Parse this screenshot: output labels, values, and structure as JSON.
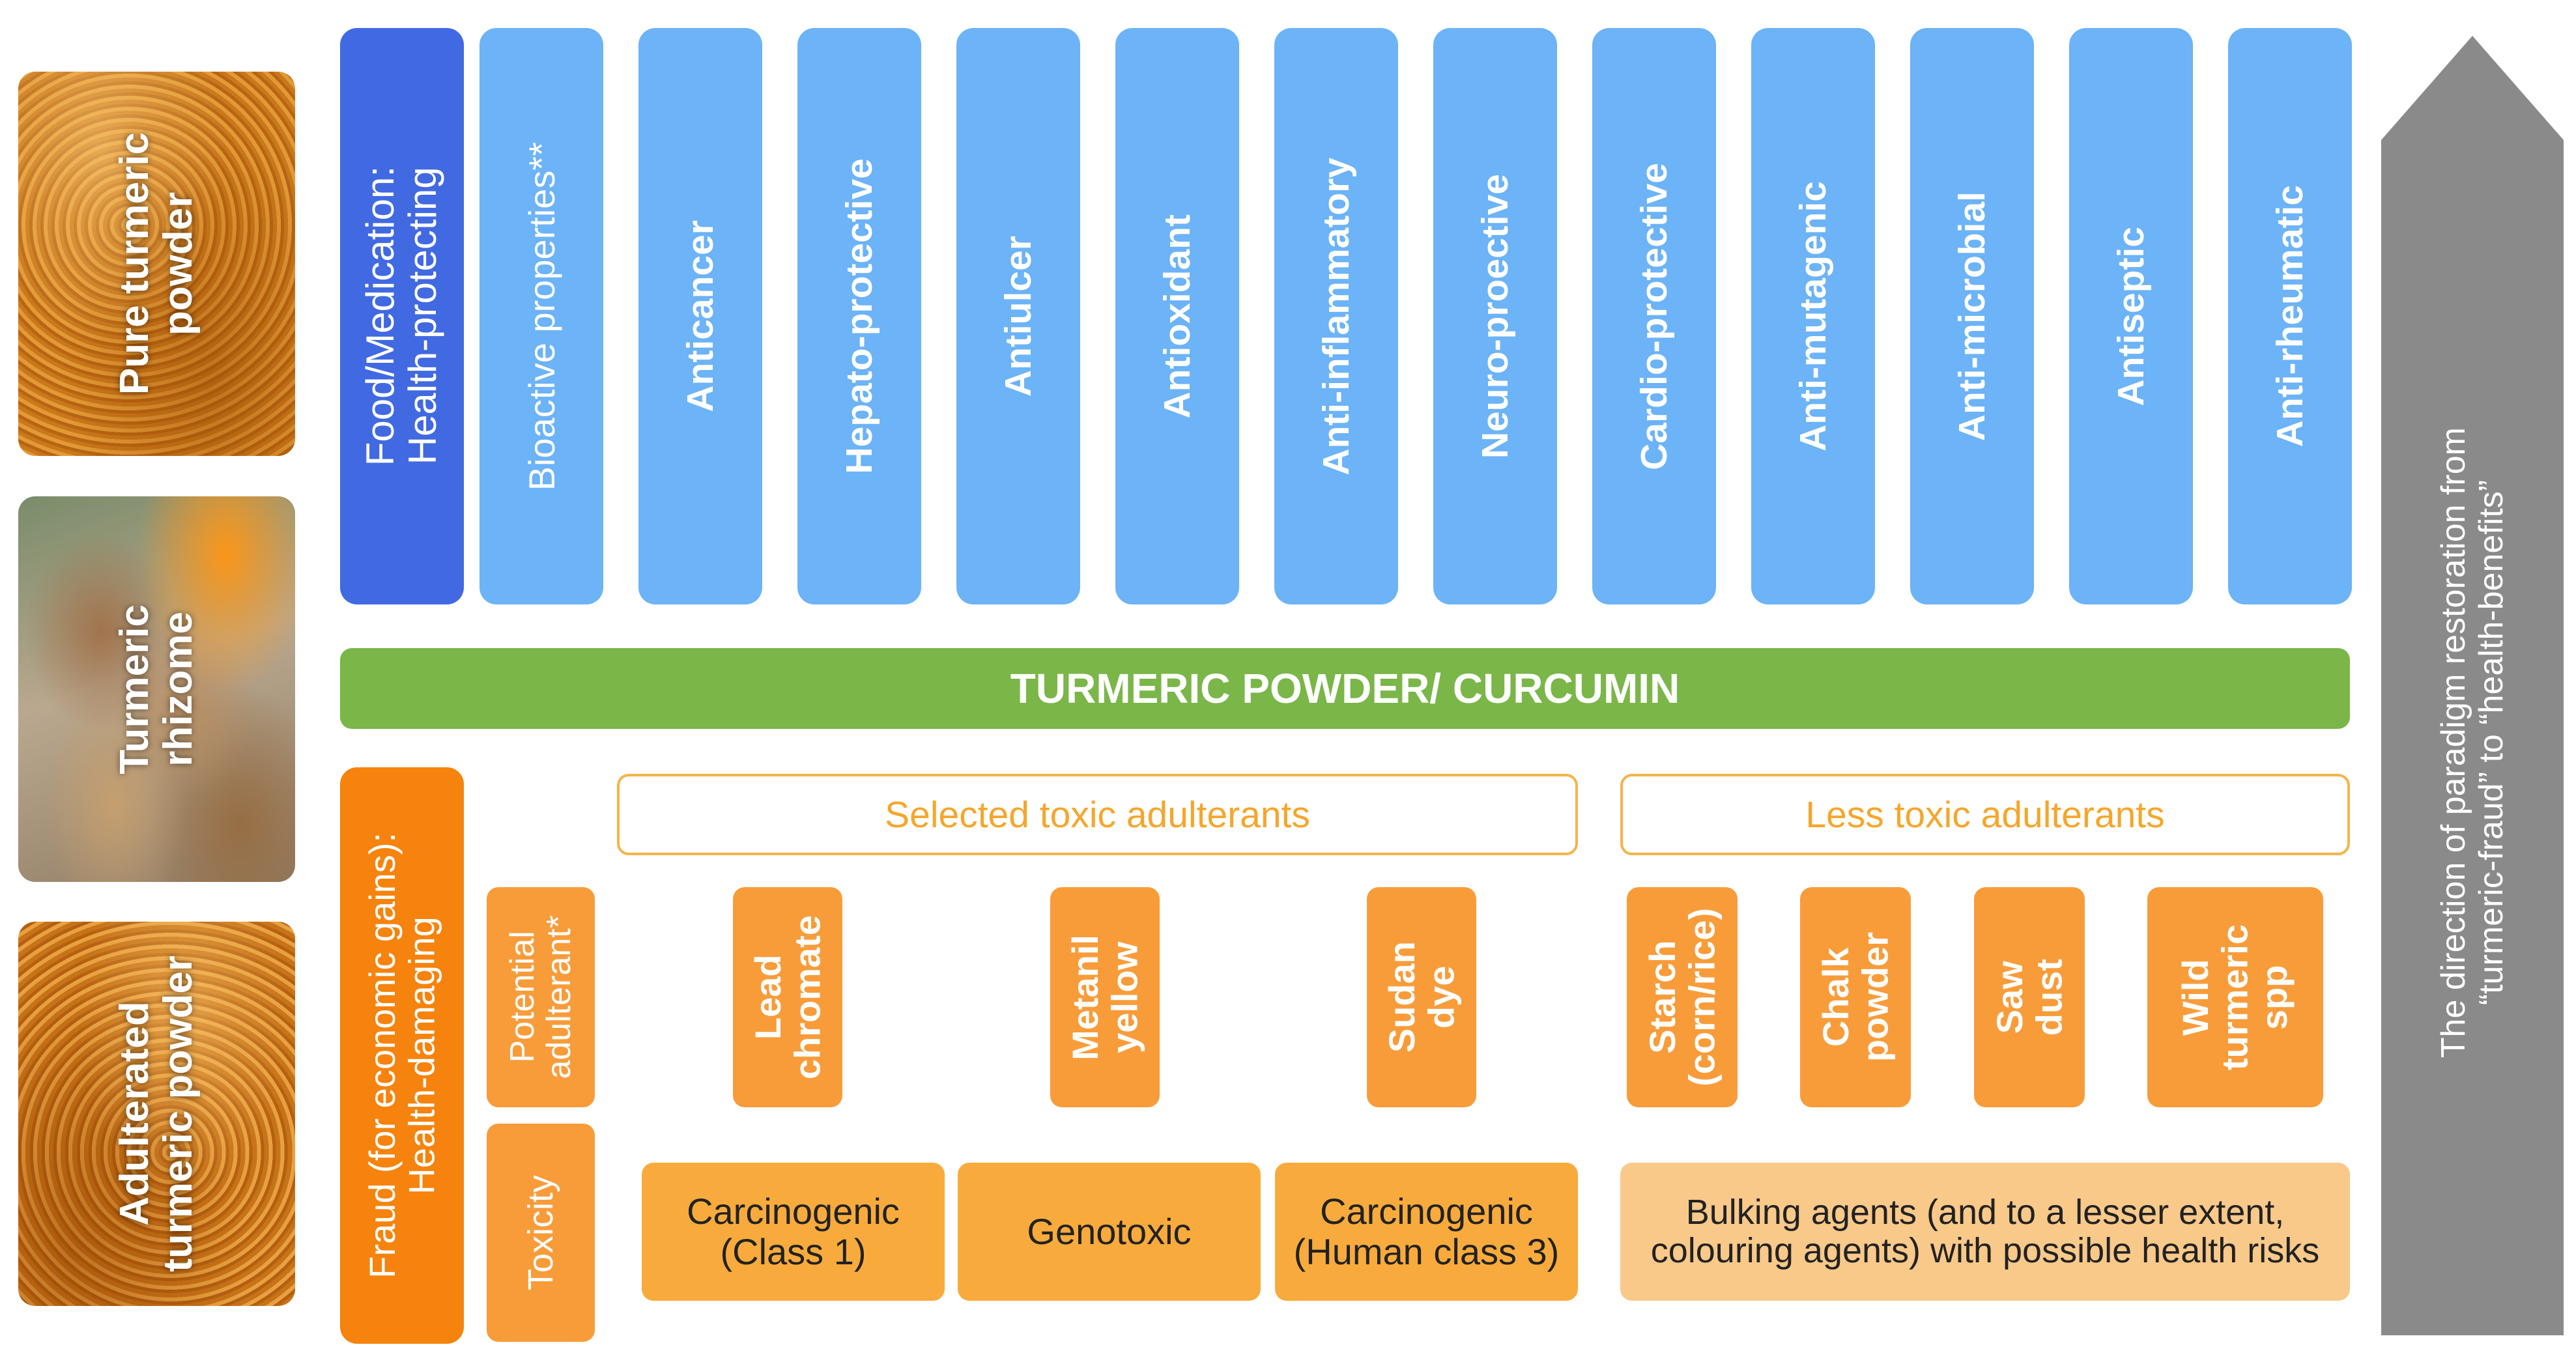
{
  "photos": {
    "pure": "Pure turmeric\npowder",
    "rhizome": "Turmeric\nrhizome",
    "adulterated": "Adulterated\nturmeric powder"
  },
  "food_medication": "Food/Medication:\nHealth-protecting",
  "bioactive_properties": "Bioactive properties**",
  "properties": [
    "Anticancer",
    "Hepato-protective",
    "Antiulcer",
    "Antioxidant",
    "Anti-inflammatory",
    "Neuro-proective",
    "Cardio-protective",
    "Anti-mutagenic",
    "Anti-microbial",
    "Antiseptic",
    "Anti-rheumatic"
  ],
  "center_bar": "TURMERIC POWDER/ CURCUMIN",
  "fraud": "Fraud (for economic gains):\nHealth-damaging",
  "potential_adulterant": "Potential\nadulterant*",
  "toxicity": "Toxicity",
  "selected_toxic_header": "Selected toxic adulterants",
  "less_toxic_header": "Less toxic adulterants",
  "toxic_adulterants": [
    "Lead\nchromate",
    "Metanil\nyellow",
    "Sudan\ndye"
  ],
  "less_toxic_adulterants": [
    "Starch\n(corn/rice)",
    "Chalk\npowder",
    "Saw\ndust",
    "Wild\nturmeric\nspp"
  ],
  "toxicity_effects": [
    "Carcinogenic\n(Class 1)",
    "Genotoxic",
    "Carcinogenic\n(Human class 3)"
  ],
  "less_toxic_effect": "Bulking agents (and to a lesser extent,\ncolouring agents) with possible health risks",
  "arrow_label": "The direction of paradigm restoration from\n“turmeric-fraud” to “health-benefits”",
  "colors": {
    "dark_blue": "#4169e1",
    "light_blue": "#6cb3f7",
    "green": "#7ab648",
    "dark_orange": "#f5830d",
    "orange": "#f89c3a",
    "amber": "#f8ab3c",
    "peach": "#f9c98a",
    "arrow_gray": "#8a8a8a"
  }
}
